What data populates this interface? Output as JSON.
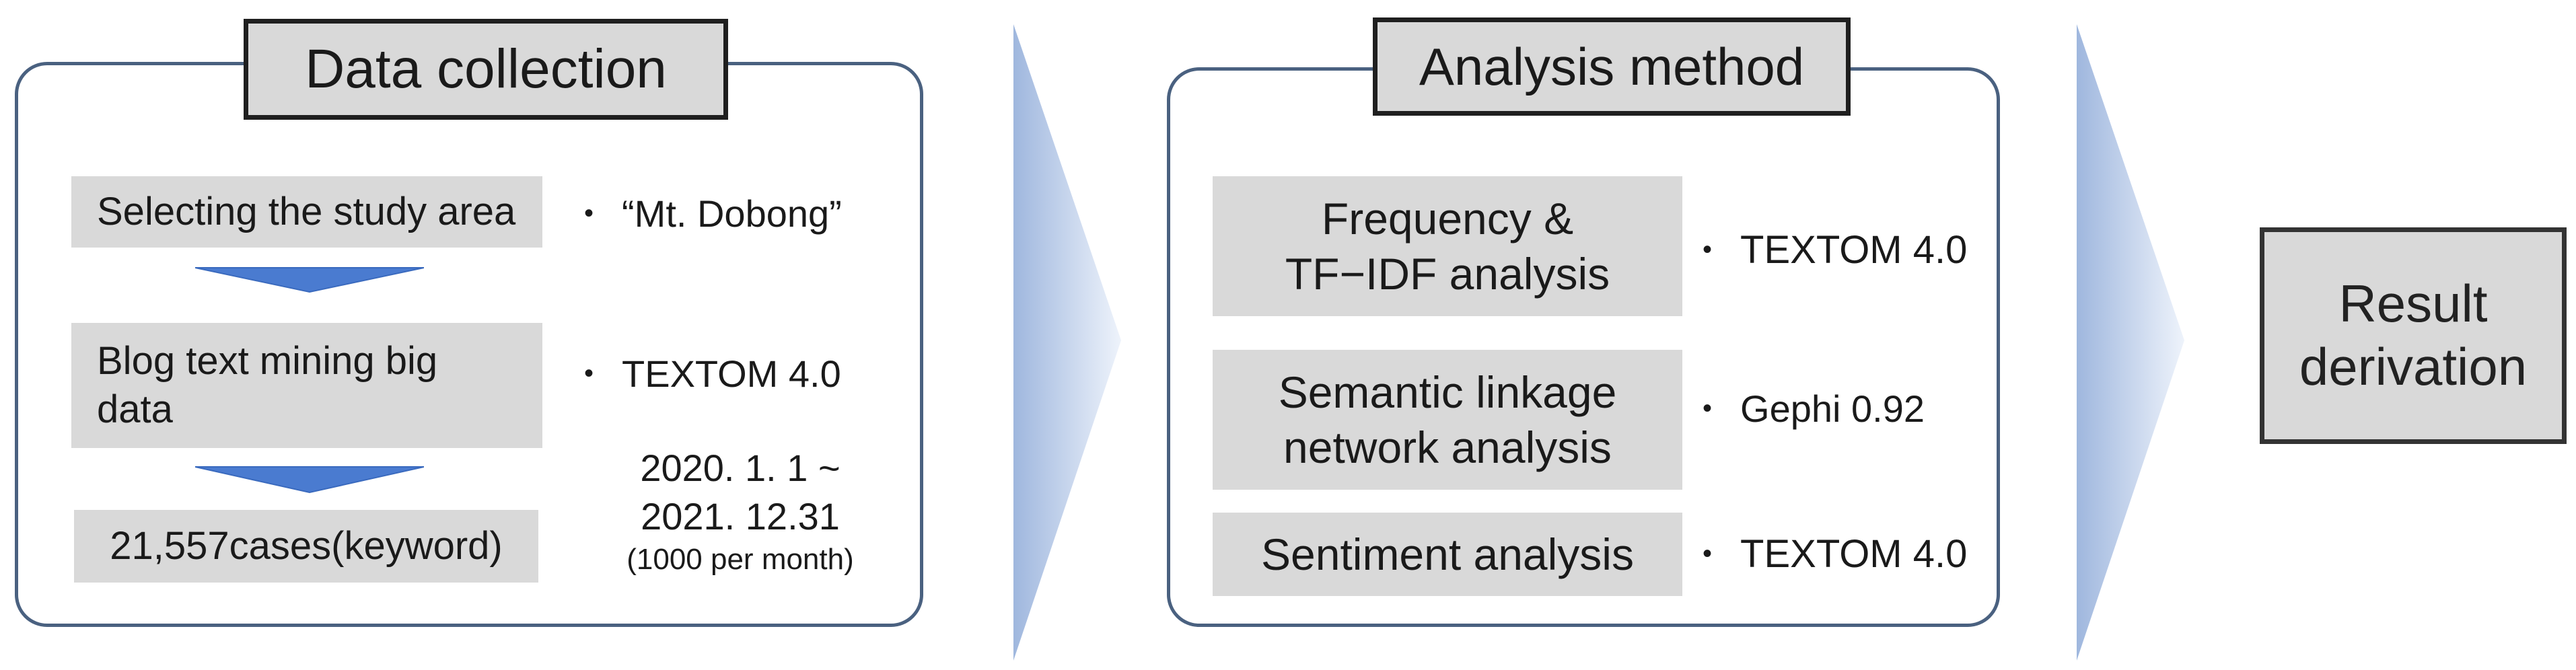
{
  "colors": {
    "panel_border": "#4a6180",
    "box_fill": "#d9d9d9",
    "down_arrow": "#4a7bd0",
    "chevron_light": "#eef3fb",
    "chevron_dark": "#9fb7de"
  },
  "data_collection": {
    "title": "Data collection",
    "steps": [
      "Selecting the study area",
      "Blog text mining big data",
      "21,557cases(keyword)"
    ],
    "notes": {
      "area": "“Mt. Dobong”",
      "tool": "TEXTOM 4.0",
      "period_line1": "2020. 1. 1 ~",
      "period_line2": "2021. 12.31",
      "period_line3": "(1000 per month)"
    }
  },
  "analysis_method": {
    "title": "Analysis method",
    "methods": [
      {
        "line1": "Frequency &",
        "line2": "TF−IDF analysis",
        "tool": "TEXTOM 4.0"
      },
      {
        "line1": "Semantic linkage",
        "line2": "network analysis",
        "tool": "Gephi 0.92"
      },
      {
        "line1": "Sentiment analysis",
        "line2": "",
        "tool": "TEXTOM 4.0"
      }
    ]
  },
  "result": {
    "line1": "Result",
    "line2": "derivation"
  }
}
